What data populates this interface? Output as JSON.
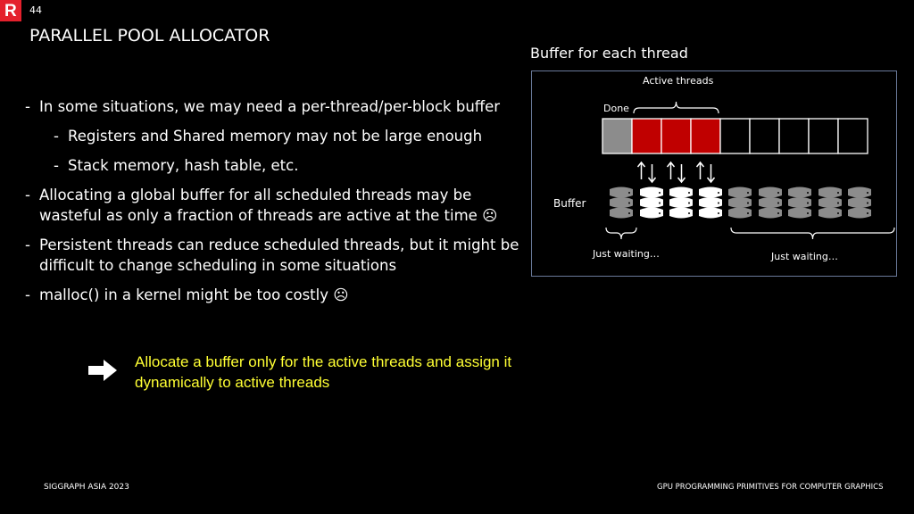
{
  "slide": {
    "logo_letter": "R",
    "number": "44",
    "title": "PARALLEL POOL ALLOCATOR"
  },
  "bullets": [
    {
      "level": 0,
      "text": "In some situations, we may need a per-thread/per-block buffer"
    },
    {
      "level": 1,
      "text": "Registers and Shared memory may not be large enough"
    },
    {
      "level": 1,
      "text": "Stack memory, hash table, etc."
    },
    {
      "level": 0,
      "text": "Allocating a global buffer for all scheduled threads may be wasteful as only a fraction of threads are active at the time ☹"
    },
    {
      "level": 0,
      "text": "Persistent threads can reduce scheduled threads, but it might be difficult to change scheduling in some situations"
    },
    {
      "level": 0,
      "text": "malloc() in a kernel might be too costly ☹"
    }
  ],
  "bullet_dash": "-",
  "callout": {
    "icon": "right-arrow-icon",
    "text": "Allocate a buffer only for the active threads and assign it dynamically to active threads"
  },
  "diagram": {
    "title": "Buffer for each thread",
    "active_label": "Active threads",
    "done_label": "Done",
    "buffer_label": "Buffer",
    "waiting_left": "Just waiting…",
    "waiting_right": "Just waiting…",
    "cells": [
      "done",
      "active",
      "active",
      "active",
      "empty",
      "empty",
      "empty",
      "empty",
      "empty"
    ],
    "colors": {
      "done": "#8c8c8c",
      "active": "#c00000",
      "empty": "#000000",
      "db_active": "#ffffff",
      "db_inactive": "#8c8c8c",
      "frame": "#6a7a9a"
    }
  },
  "footer": {
    "left": "SIGGRAPH ASIA 2023",
    "right": "GPU PROGRAMMING PRIMITIVES FOR COMPUTER GRAPHICS"
  }
}
